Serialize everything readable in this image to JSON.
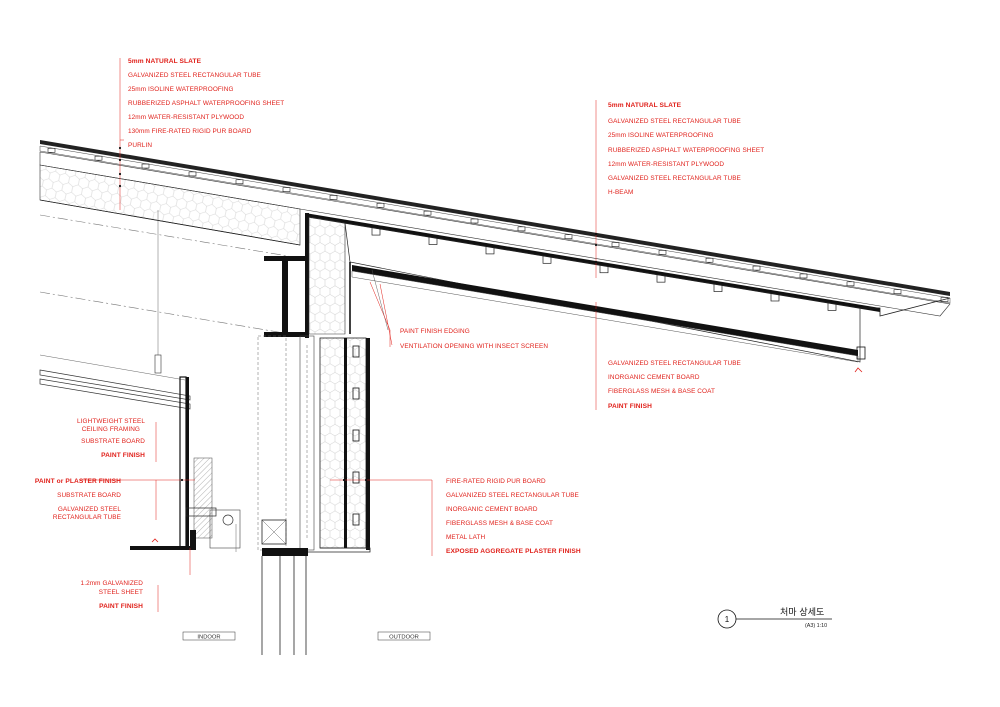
{
  "callouts": {
    "roof_top_left": [
      {
        "text": "5mm NATURAL SLATE",
        "bold": true
      },
      {
        "text": "GALVANIZED STEEL RECTANGULAR TUBE",
        "bold": false
      },
      {
        "text": "25mm ISOLINE WATERPROOFING",
        "bold": false
      },
      {
        "text": "RUBBERIZED ASPHALT WATERPROOFING SHEET",
        "bold": false
      },
      {
        "text": "12mm WATER-RESISTANT PLYWOOD",
        "bold": false
      },
      {
        "text": "130mm FIRE-RATED RIGID PUR BOARD",
        "bold": false
      },
      {
        "text": "PURLIN",
        "bold": false
      }
    ],
    "roof_top_right": [
      {
        "text": "5mm NATURAL SLATE",
        "bold": true
      },
      {
        "text": "GALVANIZED STEEL RECTANGULAR TUBE",
        "bold": false
      },
      {
        "text": "25mm ISOLINE WATERPROOFING",
        "bold": false
      },
      {
        "text": "RUBBERIZED ASPHALT WATERPROOFING SHEET",
        "bold": false
      },
      {
        "text": "12mm WATER-RESISTANT PLYWOOD",
        "bold": false
      },
      {
        "text": "GALVANIZED STEEL RECTANGULAR TUBE",
        "bold": false
      },
      {
        "text": "H-BEAM",
        "bold": false
      }
    ],
    "eave_soffit": [
      {
        "text": "GALVANIZED STEEL RECTANGULAR TUBE",
        "bold": false
      },
      {
        "text": "INORGANIC CEMENT BOARD",
        "bold": false
      },
      {
        "text": "FIBERGLASS MESH & BASE COAT",
        "bold": false
      },
      {
        "text": "PAINT FINISH",
        "bold": true
      }
    ],
    "edge": [
      {
        "text": "PAINT FINISH EDGING",
        "bold": false
      },
      {
        "text": "VENTILATION OPENING WITH INSECT SCREEN",
        "bold": false
      }
    ],
    "ceiling": [
      {
        "text": "LIGHTWEIGHT STEEL",
        "bold": false
      },
      {
        "text": "CEILING FRAMING",
        "bold": false
      },
      {
        "text": "SUBSTRATE BOARD",
        "bold": false
      },
      {
        "text": "PAINT FINISH",
        "bold": true
      }
    ],
    "interior_wall": [
      {
        "text": "PAINT or PLASTER FINISH",
        "bold": true
      },
      {
        "text": "SUBSTRATE BOARD",
        "bold": false
      },
      {
        "text": "GALVANIZED STEEL",
        "bold": false
      },
      {
        "text": "RECTANGULAR TUBE",
        "bold": false
      }
    ],
    "sheet": [
      {
        "text": "1.2mm GALVANIZED",
        "bold": false
      },
      {
        "text": "STEEL SHEET",
        "bold": false
      },
      {
        "text": "PAINT FINISH",
        "bold": true
      }
    ],
    "exterior_wall": [
      {
        "text": "FIRE-RATED RIGID PUR BOARD",
        "bold": false
      },
      {
        "text": "GALVANIZED STEEL RECTANGULAR TUBE",
        "bold": false
      },
      {
        "text": "INORGANIC CEMENT BOARD",
        "bold": false
      },
      {
        "text": "FIBERGLASS MESH & BASE COAT",
        "bold": false
      },
      {
        "text": "METAL LATH",
        "bold": false
      },
      {
        "text": "EXPOSED AGGREGATE PLASTER FINISH",
        "bold": true
      }
    ]
  },
  "tags": {
    "indoor": "INDOOR",
    "outdoor": "OUTDOOR"
  },
  "title_block": {
    "number": "1",
    "title": "처마 상세도",
    "scale": "(A3) 1:10"
  },
  "colors": {
    "annotation": "#e0211b",
    "linework": "#111111"
  }
}
